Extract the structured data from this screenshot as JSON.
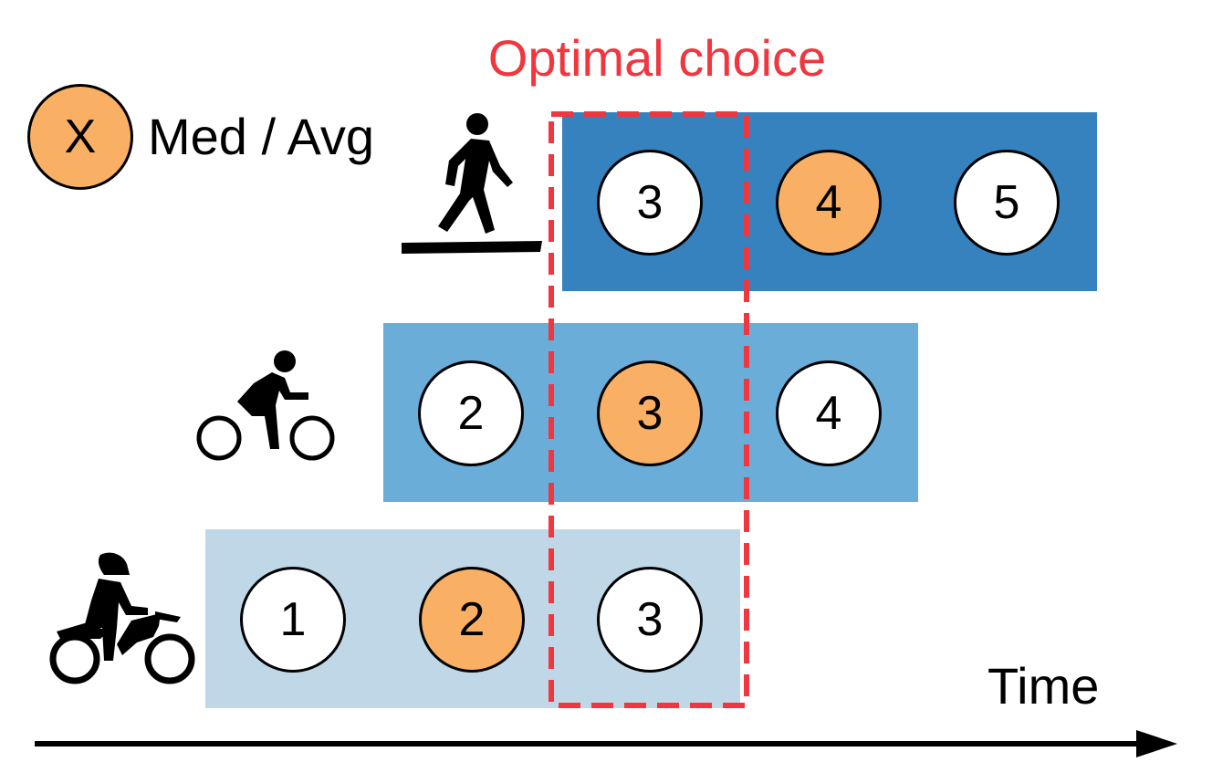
{
  "title": "Optimal choice",
  "legend": {
    "symbol": "X",
    "label": "Med / Avg"
  },
  "axis": {
    "label": "Time"
  },
  "colors": {
    "highlight": "#F9B064",
    "plain": "#FFFFFF",
    "walk_band": "#3582BE",
    "bike_band": "#6AADD8",
    "moto_band": "#C0D7E7",
    "title": "#F0363E",
    "selection_border": "#F0363E"
  },
  "rows": [
    {
      "mode": "walking",
      "icon": "walking-person-icon",
      "values": [
        "3",
        "4",
        "5"
      ],
      "highlighted_index": 1
    },
    {
      "mode": "cycling",
      "icon": "bicycle-rider-icon",
      "values": [
        "2",
        "3",
        "4"
      ],
      "highlighted_index": 1
    },
    {
      "mode": "motorcycle",
      "icon": "motorcycle-rider-icon",
      "values": [
        "1",
        "2",
        "3"
      ],
      "highlighted_index": 1
    }
  ],
  "selection": {
    "label": "Optimal choice",
    "value": "3"
  }
}
